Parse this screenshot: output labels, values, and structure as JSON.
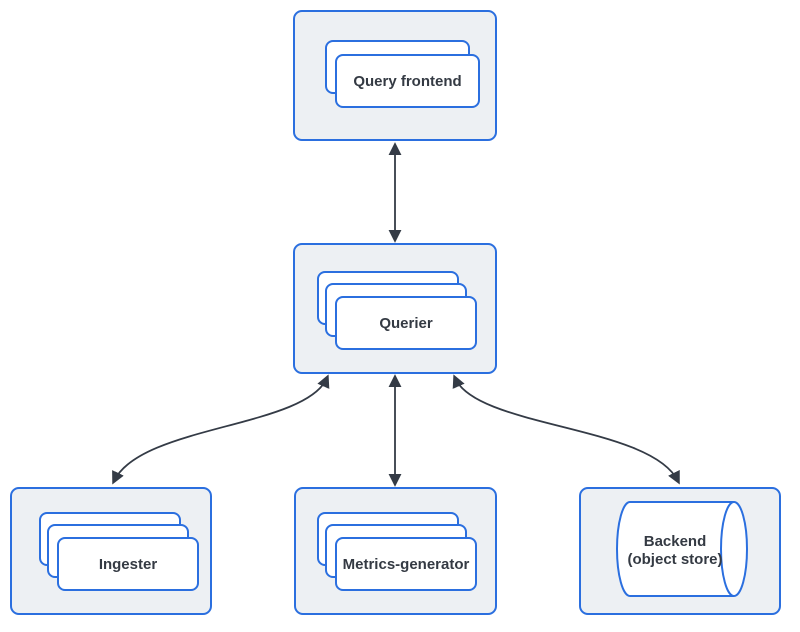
{
  "background": "#ffffff",
  "colors": {
    "background": "#ffffff",
    "box_fill": "#edf0f3",
    "box_border": "#2b6fdf",
    "card_fill": "#ffffff",
    "arrow": "#343b46",
    "label_color": "#343a43"
  },
  "nodes": {
    "query_frontend": {
      "label": "Query frontend",
      "stack_count": 2,
      "shape": "stacked-cards"
    },
    "querier": {
      "label": "Querier",
      "stack_count": 3,
      "shape": "stacked-cards"
    },
    "ingester": {
      "label": "Ingester",
      "stack_count": 3,
      "shape": "stacked-cards"
    },
    "metrics_generator": {
      "label": "Metrics-generator",
      "stack_count": 3,
      "shape": "stacked-cards"
    },
    "backend": {
      "label_line1": "Backend",
      "label_line2": "(object store)",
      "shape": "cylinder"
    }
  },
  "edges": [
    {
      "from": "query-frontend",
      "to": "querier",
      "type": "bidirectional",
      "style": "straight"
    },
    {
      "from": "querier",
      "to": "ingester",
      "type": "bidirectional",
      "style": "s-curve"
    },
    {
      "from": "querier",
      "to": "metrics-generator",
      "type": "bidirectional",
      "style": "straight"
    },
    {
      "from": "querier",
      "to": "backend",
      "type": "bidirectional",
      "style": "s-curve"
    }
  ]
}
